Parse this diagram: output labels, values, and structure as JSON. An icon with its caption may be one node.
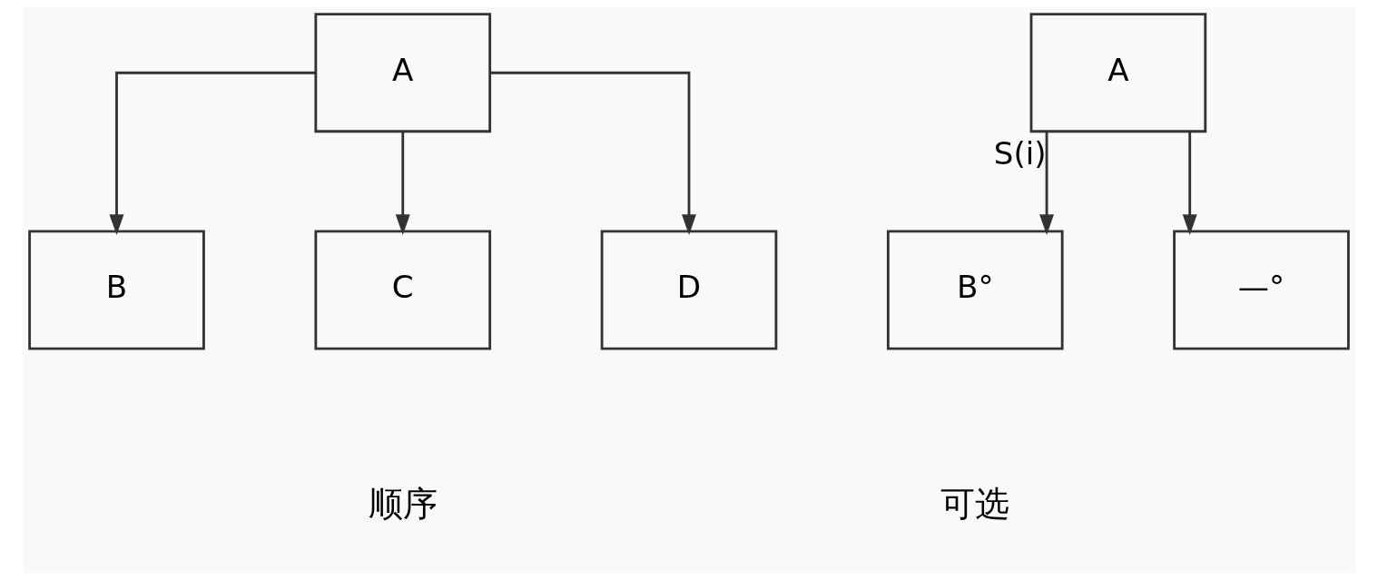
{
  "diagram": {
    "nodes": [
      {
        "text": [
          "A"
        ]
      },
      {
        "text": [
          "B"
        ]
      },
      {
        "text": [
          "C"
        ]
      },
      {
        "text": [
          "D"
        ]
      },
      {
        "text": [
          "A"
        ]
      },
      {
        "text": [
          "B°"
        ]
      },
      {
        "text": [
          "—°"
        ]
      }
    ],
    "edges": [
      {
        "from": 0,
        "to": 1,
        "arrow": "to"
      },
      {
        "from": 0,
        "to": 2,
        "arrow": "to"
      },
      {
        "from": 0,
        "to": 3,
        "arrow": "to"
      },
      {
        "from": 4,
        "to": 5,
        "arrow": "to",
        "label": "S(i)"
      },
      {
        "from": 4,
        "to": 6,
        "arrow": "to"
      }
    ],
    "labels": [
      "顺序",
      "可选"
    ]
  }
}
